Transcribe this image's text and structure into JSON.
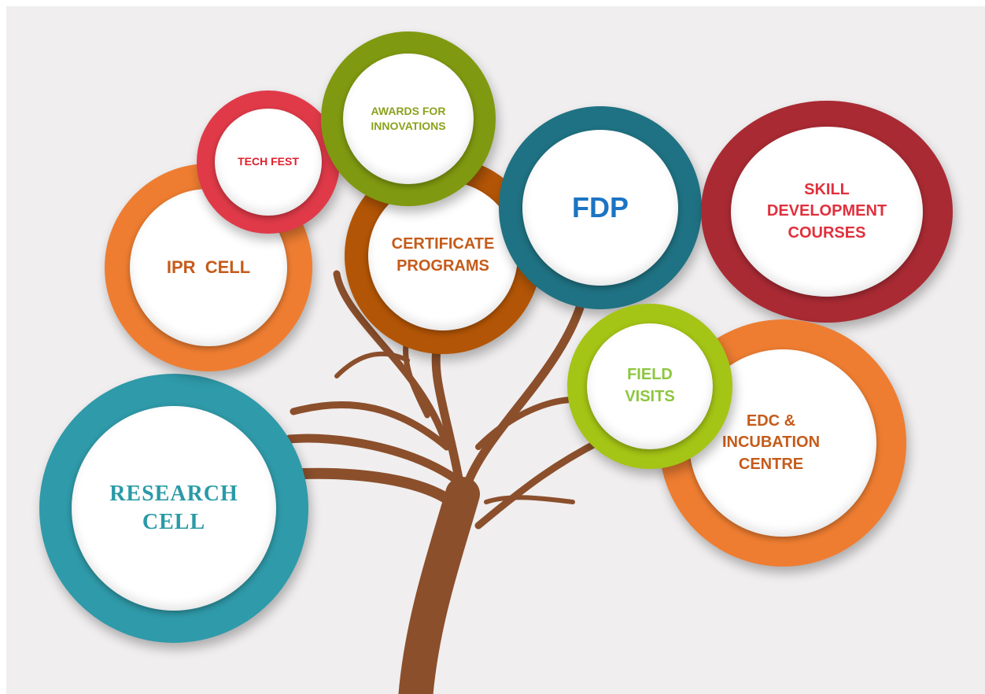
{
  "nodes": {
    "research_cell": {
      "label": "RESEARCH\nCELL",
      "ring_color": "#2f9aa9",
      "text_color": "#2a9aa7"
    },
    "ipr_cell": {
      "label": "IPR  CELL",
      "ring_color": "#ee7d31",
      "text_color": "#c55b1a"
    },
    "tech_fest": {
      "label": "TECH FEST",
      "ring_color": "#e03a48",
      "text_color": "#e0202e"
    },
    "awards": {
      "label": "AWARDS FOR\nINNOVATIONS",
      "ring_color": "#7f9a10",
      "text_color": "#8aa21c"
    },
    "certificate_programs": {
      "label": "CERTIFICATE\nPROGRAMS",
      "ring_color": "#b35506",
      "text_color": "#c55b1a"
    },
    "fdp": {
      "label": "FDP",
      "ring_color": "#1f7283",
      "text_color": "#1b74c4"
    },
    "skill_development": {
      "label": "SKILL\nDEVELOPMENT\nCOURSES",
      "ring_color": "#a92a33",
      "text_color": "#e0303c"
    },
    "field_visits": {
      "label": "FIELD\nVISITS",
      "ring_color": "#a4c515",
      "text_color": "#8dc63f"
    },
    "edc": {
      "label": "EDC &\nINCUBATION\nCENTRE",
      "ring_color": "#ee7d31",
      "text_color": "#c55b1a"
    }
  },
  "tree_color": "#8b4f2c",
  "background_color": "#f0eeef"
}
